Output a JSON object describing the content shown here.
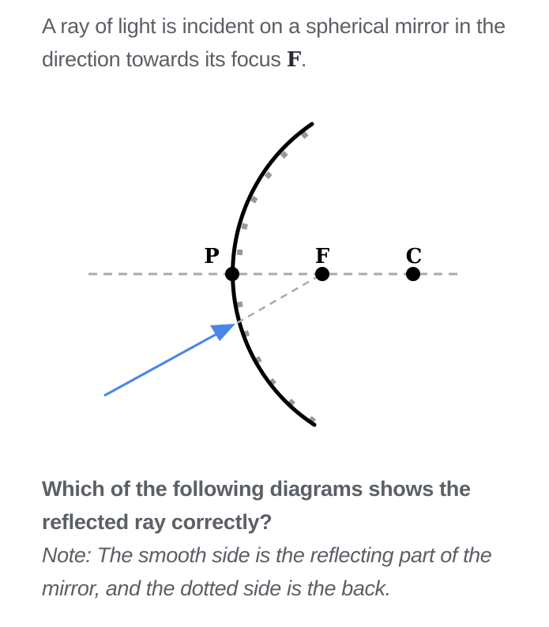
{
  "problem": {
    "intro_text": "A ray of light is incident on a spherical mirror in the direction towards its focus",
    "intro_symbol": "F",
    "intro_end": ".",
    "question": "Which of the following diagrams shows the reflected ray correctly?",
    "note": "Note: The smooth side is the reflecting part of the mirror, and the dotted side is the back."
  },
  "diagram": {
    "labels": {
      "pole": "P",
      "focus": "F",
      "center": "C"
    },
    "colors": {
      "mirror": "#000000",
      "mirror_back_ticks": "#999999",
      "principal_axis": "#aaaaaa",
      "incident_ray": "#4a86e8",
      "extension": "#aaaaaa",
      "point": "#000000"
    },
    "mirror_type": "convex (smooth side facing left)",
    "incident_ray_direction": "towards focus F"
  }
}
